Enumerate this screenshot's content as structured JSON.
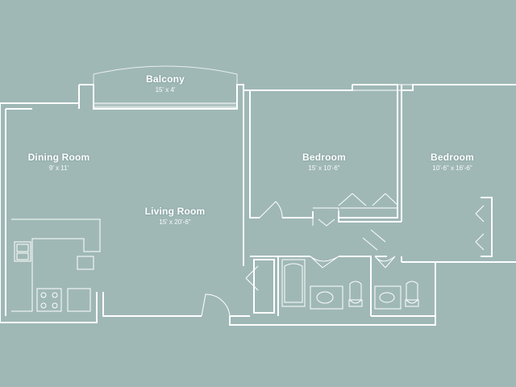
{
  "colors": {
    "background": "#9fb8b6",
    "lines": "#ffffff"
  },
  "rooms": [
    {
      "id": "balcony",
      "name": "Balcony",
      "dim": "15' x 4'"
    },
    {
      "id": "dining",
      "name": "Dining Room",
      "dim": "9' x 11'"
    },
    {
      "id": "living",
      "name": "Living Room",
      "dim": "15' x 20'-6\""
    },
    {
      "id": "bedroom1",
      "name": "Bedroom",
      "dim": "15' x 10'-6\""
    },
    {
      "id": "bedroom2",
      "name": "Bedroom",
      "dim": "10'-6\" x 16'-6\""
    }
  ]
}
